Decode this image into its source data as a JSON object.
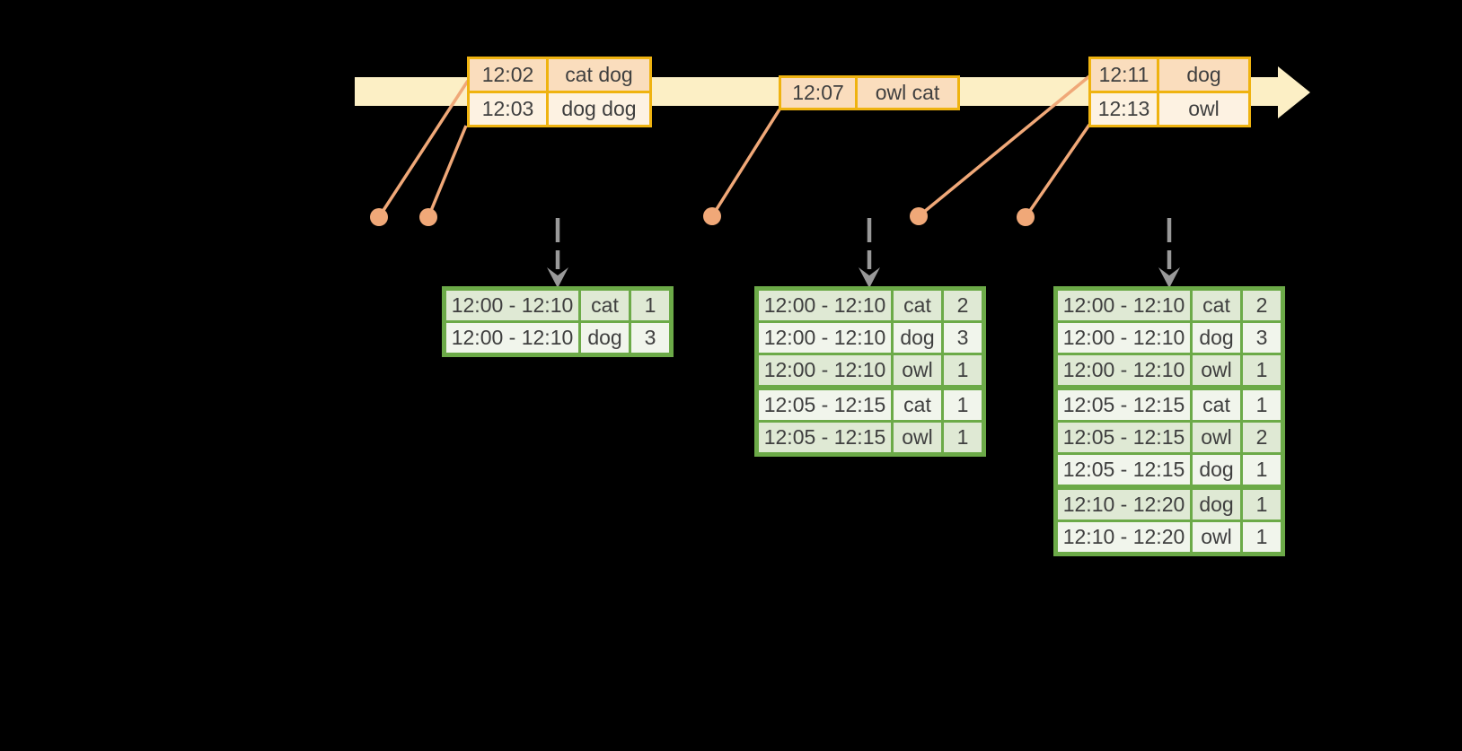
{
  "colors": {
    "background": "#000000",
    "timeline_band": "#FCEFC5",
    "event_border": "#EFB310",
    "event_row_odd": "#FADDBD",
    "event_row_even": "#FDF2E2",
    "connector": "#F0A878",
    "trigger_arrow": "#999999",
    "table_border": "#6CAA48",
    "table_row_odd": "#DFE9D4",
    "table_row_even": "#F1F5EC",
    "text": "#3F3F3F"
  },
  "event_boxes": [
    {
      "rows": [
        {
          "time": "12:02",
          "words": "cat dog"
        },
        {
          "time": "12:03",
          "words": "dog dog"
        }
      ]
    },
    {
      "rows": [
        {
          "time": "12:07",
          "words": "owl cat"
        }
      ]
    },
    {
      "rows": [
        {
          "time": "12:11",
          "words": "dog"
        },
        {
          "time": "12:13",
          "words": "owl"
        }
      ]
    }
  ],
  "result_tables": [
    {
      "rows": [
        {
          "window": "12:00 - 12:10",
          "word": "cat",
          "count": "1"
        },
        {
          "window": "12:00 - 12:10",
          "word": "dog",
          "count": "3"
        }
      ]
    },
    {
      "rows": [
        {
          "window": "12:00 - 12:10",
          "word": "cat",
          "count": "2"
        },
        {
          "window": "12:00 - 12:10",
          "word": "dog",
          "count": "3"
        },
        {
          "window": "12:00 - 12:10",
          "word": "owl",
          "count": "1"
        },
        {
          "window": "12:05 - 12:15",
          "word": "cat",
          "count": "1"
        },
        {
          "window": "12:05 - 12:15",
          "word": "owl",
          "count": "1"
        }
      ]
    },
    {
      "rows": [
        {
          "window": "12:00 - 12:10",
          "word": "cat",
          "count": "2"
        },
        {
          "window": "12:00 - 12:10",
          "word": "dog",
          "count": "3"
        },
        {
          "window": "12:00 - 12:10",
          "word": "owl",
          "count": "1"
        },
        {
          "window": "12:05 - 12:15",
          "word": "cat",
          "count": "1"
        },
        {
          "window": "12:05 - 12:15",
          "word": "owl",
          "count": "2"
        },
        {
          "window": "12:05 - 12:15",
          "word": "dog",
          "count": "1"
        },
        {
          "window": "12:10 - 12:20",
          "word": "dog",
          "count": "1"
        },
        {
          "window": "12:10 - 12:20",
          "word": "owl",
          "count": "1"
        }
      ]
    }
  ]
}
